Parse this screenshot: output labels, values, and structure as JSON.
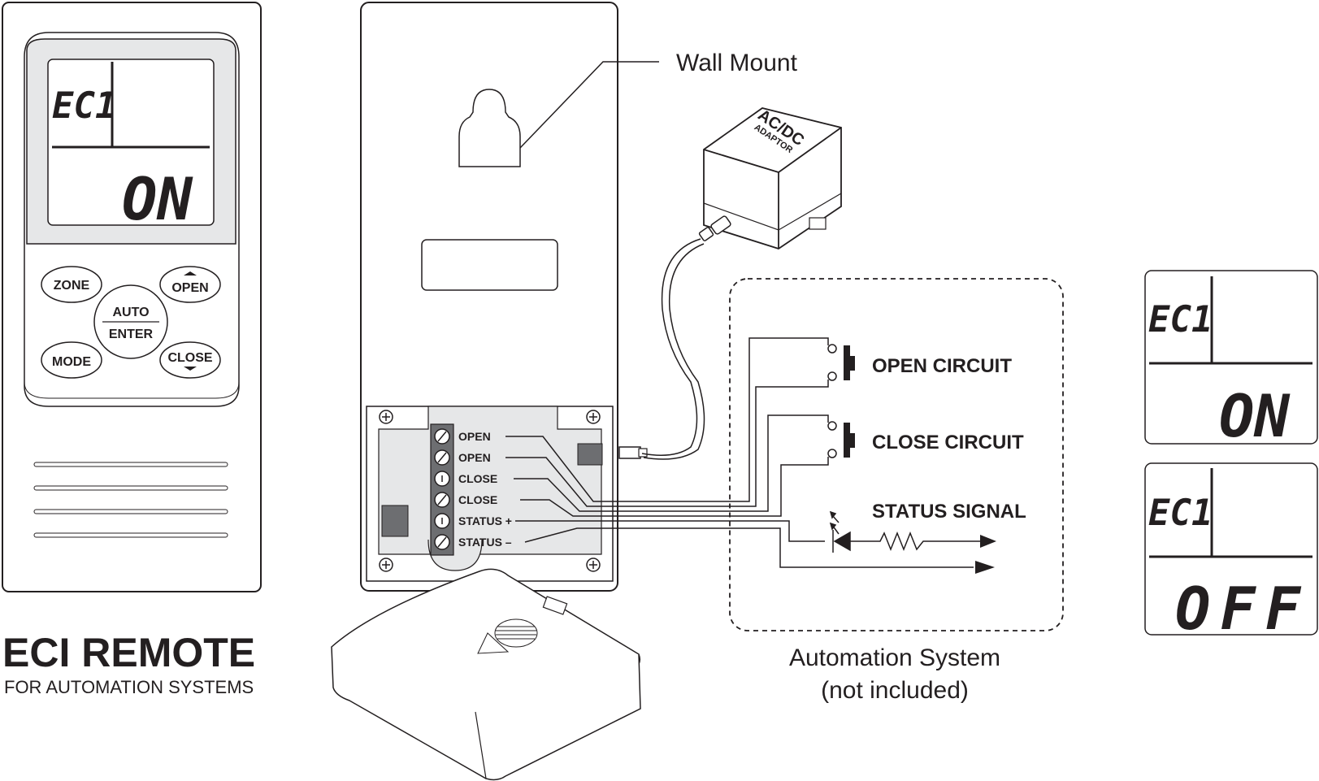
{
  "remote": {
    "display_zone": "EC1",
    "display_state": "ON",
    "buttons": {
      "zone": "ZONE",
      "open": "OPEN",
      "auto": "AUTO",
      "enter": "ENTER",
      "mode": "MODE",
      "close": "CLOSE"
    },
    "title": "ECI REMOTE",
    "subtitle": "FOR AUTOMATION SYSTEMS"
  },
  "receiver": {
    "wall_mount_label": "Wall Mount",
    "terminals": [
      "OPEN",
      "OPEN",
      "CLOSE",
      "CLOSE",
      "STATUS +",
      "STATUS –"
    ]
  },
  "adaptor": {
    "line1": "AC/DC",
    "line2": "ADAPTOR"
  },
  "automation": {
    "open_circuit": "OPEN CIRCUIT",
    "close_circuit": "CLOSE CIRCUIT",
    "status_signal": "STATUS SIGNAL",
    "caption_line1": "Automation System",
    "caption_line2": "(not included)"
  },
  "displays": [
    {
      "zone": "EC1",
      "state": "ON"
    },
    {
      "zone": "EC1",
      "state": "OFF"
    }
  ]
}
